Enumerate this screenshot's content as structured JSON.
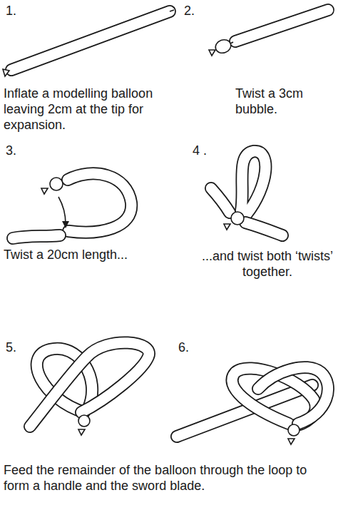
{
  "diagram": {
    "labels": [
      "1.",
      "Inflate a modelling balloon leaving 2cm at the tip for expansion.",
      "2.",
      "Twist a 3cm bubble.",
      "3.",
      "Twist a 20cm length...",
      "4 .",
      "...and twist both ‘twists’ together.",
      "5.",
      "6.",
      "Feed the remainder of the balloon through the loop to form a handle and the sword blade."
    ]
  }
}
